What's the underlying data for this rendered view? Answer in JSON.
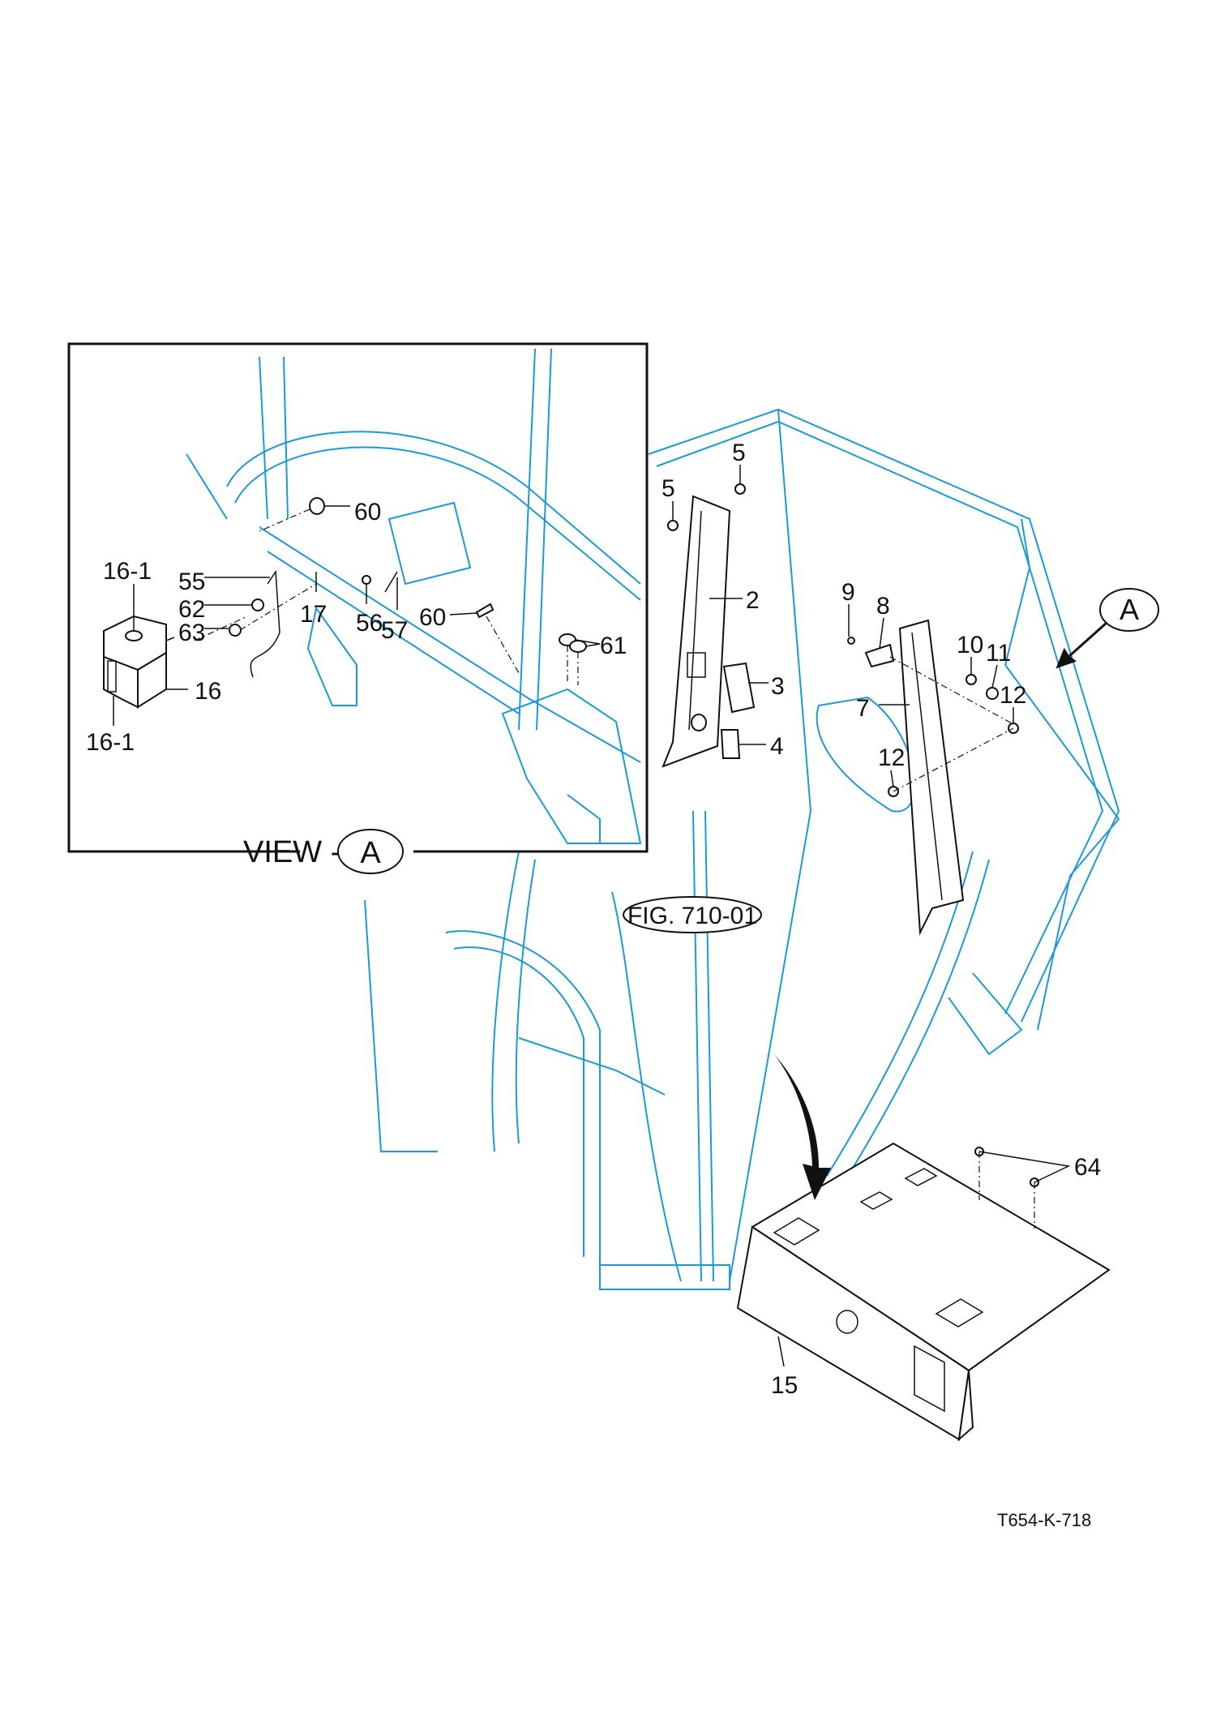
{
  "diagram": {
    "drawing_code": "T654-K-718",
    "figure_ref": "FIG. 710-01",
    "view_marker": "A",
    "view_label": "VIEW -",
    "view_label_letter": "A",
    "main_callouts": [
      "5",
      "5",
      "2",
      "3",
      "4",
      "9",
      "8",
      "10",
      "11",
      "12",
      "7",
      "12",
      "64",
      "15"
    ],
    "inset_callouts": [
      "60",
      "16-1",
      "55",
      "62",
      "63",
      "17",
      "56",
      "57",
      "60",
      "61",
      "16",
      "16-1"
    ],
    "colors": {
      "frame": "#1a9ad6",
      "parts": "#111111"
    }
  }
}
